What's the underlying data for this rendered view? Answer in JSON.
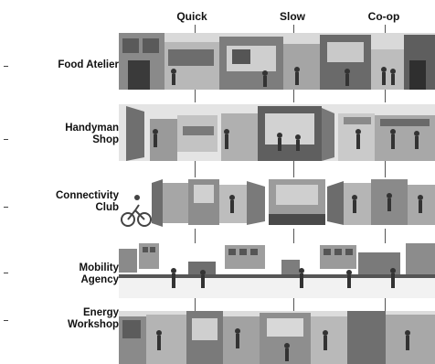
{
  "columns": [
    {
      "label": "Quick"
    },
    {
      "label": "Slow"
    },
    {
      "label": "Co-op"
    }
  ],
  "rows": [
    {
      "lines": [
        "Food Atelier"
      ]
    },
    {
      "lines": [
        "Handyman",
        "Shop"
      ]
    },
    {
      "lines": [
        "Connectivity",
        "Club"
      ]
    },
    {
      "lines": [
        "Mobility",
        "Agency"
      ]
    },
    {
      "lines": [
        "Energy",
        "Workshop"
      ]
    }
  ]
}
